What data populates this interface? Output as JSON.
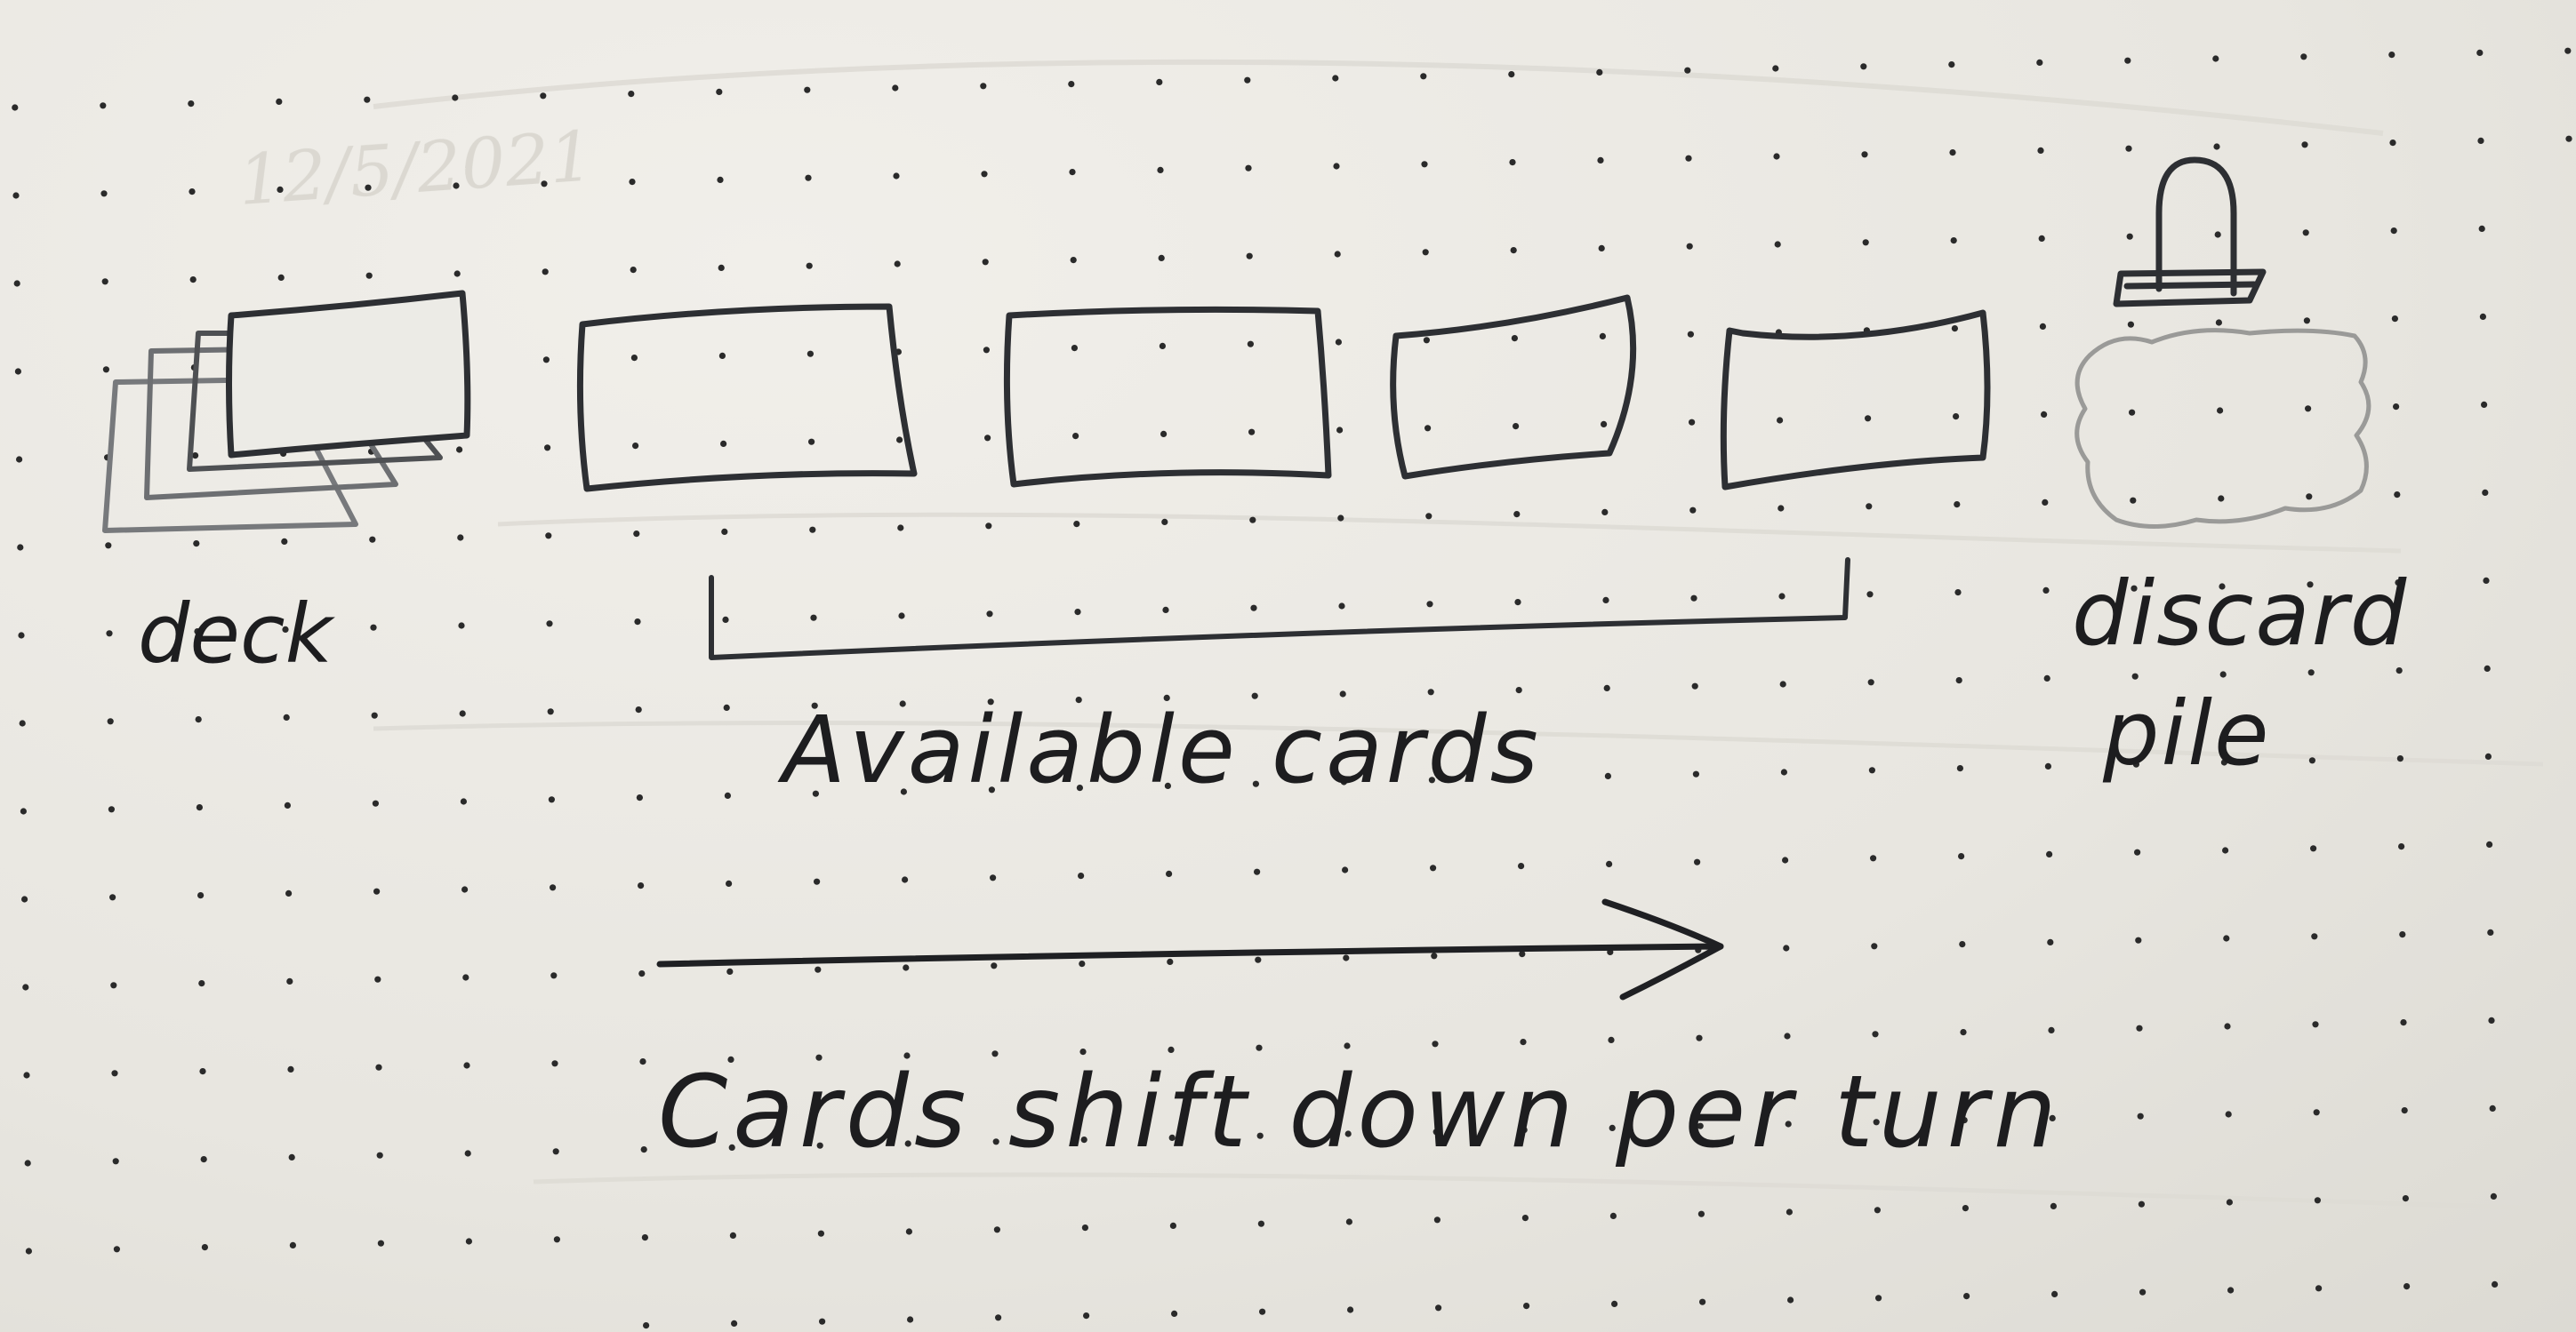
{
  "labels": {
    "deck": "deck",
    "available_cards": "Available cards",
    "discard_line1": "discard",
    "discard_line2": "pile",
    "flow_caption": "Cards shift down per turn"
  },
  "bleed_through": {
    "date": "12/5/2021"
  },
  "colors": {
    "paper": "#e9e7e1",
    "ink": "#1d1d1f",
    "pencil": "#8a8a88",
    "dot": "#2a2a2a"
  },
  "icons": {
    "discard": "tombstone-icon"
  }
}
